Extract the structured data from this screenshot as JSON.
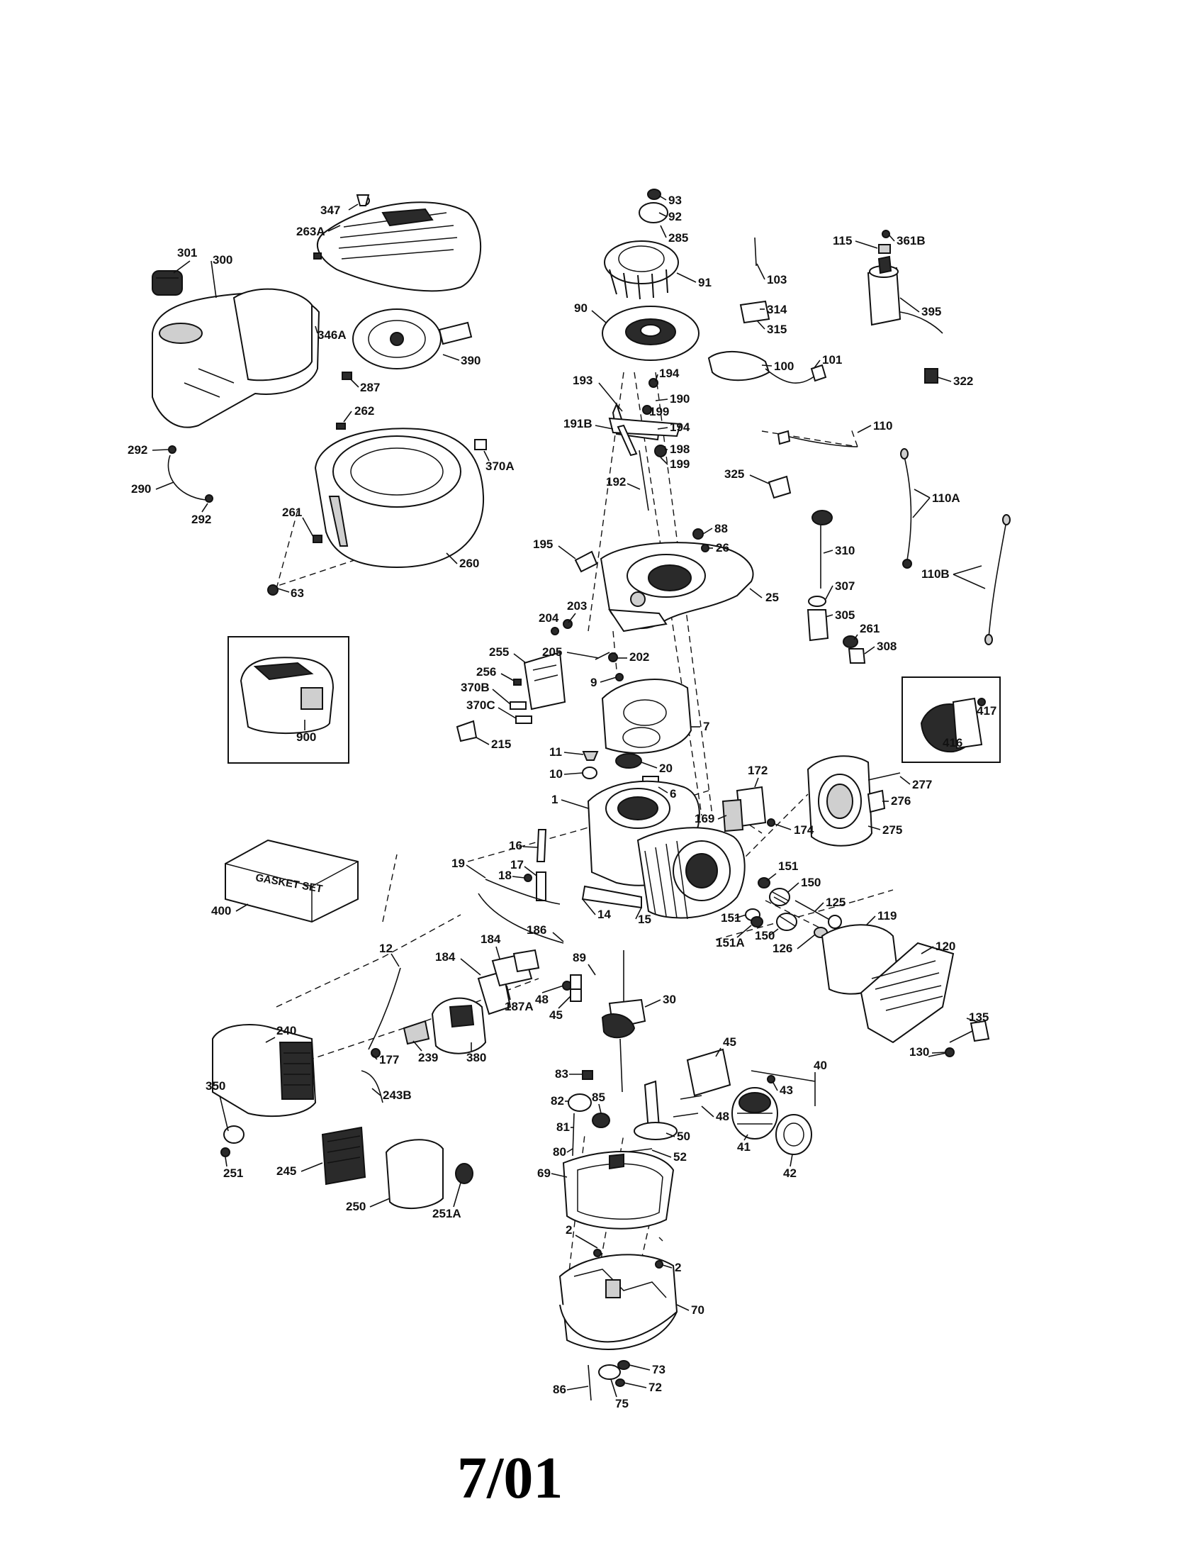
{
  "diagram": {
    "gasket_set_label": "GASKET SET",
    "date_stamp": "7/01",
    "part_numbers": {
      "p347": "347",
      "p263A": "263A",
      "p301": "301",
      "p300": "300",
      "p346A": "346A",
      "p390": "390",
      "p287": "287",
      "p262": "262",
      "p292a": "292",
      "p290": "290",
      "p292b": "292",
      "p370A": "370A",
      "p261a": "261",
      "p260": "260",
      "p63": "63",
      "p900": "900",
      "p400": "400",
      "p93": "93",
      "p92": "92",
      "p285": "285",
      "p91": "91",
      "p90": "90",
      "p193": "193",
      "p194a": "194",
      "p190": "190",
      "p199a": "199",
      "p191B": "191B",
      "p194b": "194",
      "p198": "198",
      "p199b": "199",
      "p192": "192",
      "p88": "88",
      "p26": "26",
      "p195": "195",
      "p25": "25",
      "p203": "203",
      "p204": "204",
      "p205": "205",
      "p202": "202",
      "p255": "255",
      "p256": "256",
      "p370B": "370B",
      "p370C": "370C",
      "p215": "215",
      "p9": "9",
      "p7": "7",
      "p11": "11",
      "p10": "10",
      "p20": "20",
      "p6": "6",
      "p1": "1",
      "p16": "16",
      "p17": "17",
      "p18": "18",
      "p19": "19",
      "p14": "14",
      "p15": "15",
      "p186": "186",
      "p172": "172",
      "p169": "169",
      "p174": "174",
      "p12": "12",
      "p184a": "184",
      "p184b": "184",
      "p89": "89",
      "p30": "30",
      "p48a": "48",
      "p45a": "45",
      "p187A": "187A",
      "p239": "239",
      "p380": "380",
      "p240": "240",
      "p177": "177",
      "p243B": "243B",
      "p350": "350",
      "p251": "251",
      "p245": "245",
      "p250": "250",
      "p251A": "251A",
      "p83": "83",
      "p82": "82",
      "p85": "85",
      "p81": "81",
      "p80": "80",
      "p45b": "45",
      "p48b": "48",
      "p50": "50",
      "p52": "52",
      "p40": "40",
      "p43": "43",
      "p41": "41",
      "p42": "42",
      "p69": "69",
      "p2a": "2",
      "p2b": "2",
      "p70": "70",
      "p86": "86",
      "p73": "73",
      "p72": "72",
      "p75": "75",
      "p103": "103",
      "p314": "314",
      "p315": "315",
      "p100": "100",
      "p101": "101",
      "p115": "115",
      "p361B": "361B",
      "p395": "395",
      "p322": "322",
      "p110": "110",
      "p325": "325",
      "p110A": "110A",
      "p310": "310",
      "p307": "307",
      "p110B": "110B",
      "p305": "305",
      "p261b": "261",
      "p308": "308",
      "p417": "417",
      "p416": "416",
      "p277": "277",
      "p276": "276",
      "p275": "275",
      "p151a": "151",
      "p150a": "150",
      "p125": "125",
      "p151b": "151",
      "p150b": "150",
      "p151A": "151A",
      "p126": "126",
      "p119": "119",
      "p120": "120",
      "p135": "135",
      "p130": "130"
    }
  }
}
